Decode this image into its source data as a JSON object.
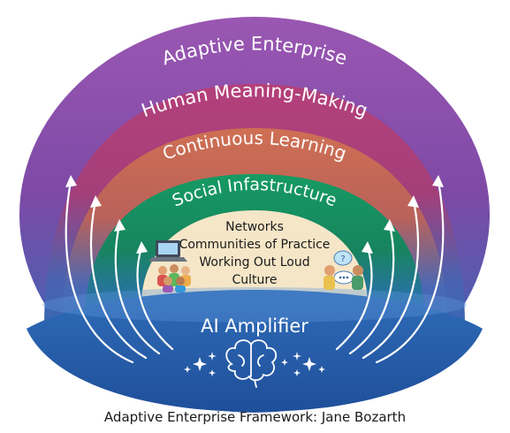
{
  "layers": {
    "adaptive_enterprise": "Adaptive Enterprise",
    "human_meaning_making": "Human Meaning-Making",
    "continuous_learning": "Continuous Learning",
    "social_infrastructure": "Social Infastructure"
  },
  "core": {
    "line1": "Networks",
    "line2": "Communities of Practice",
    "line3": "Working Out Loud",
    "line4": "Culture"
  },
  "base": {
    "label": "AI Amplifier"
  },
  "caption": "Adaptive Enterprise Framework: Jane Bozarth",
  "icons": [
    "laptop-icon",
    "people-group-icon",
    "conversation-icon",
    "brain-icon",
    "sparkle-icon"
  ],
  "colors": {
    "purple": "#8a4fa6",
    "magenta": "#b13f78",
    "orange": "#c96a4f",
    "green": "#178f5f",
    "blue": "#2f6fb8",
    "core_fill": "#f5e6c8"
  }
}
